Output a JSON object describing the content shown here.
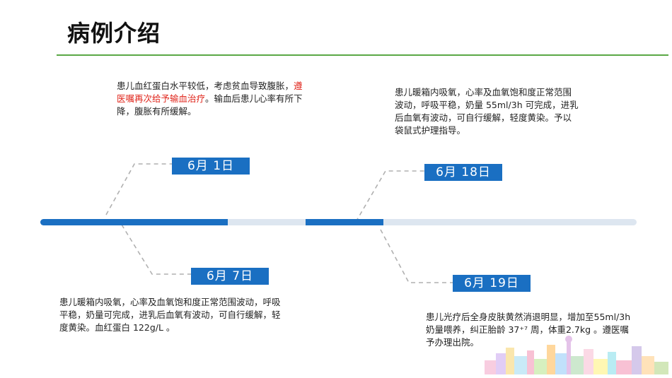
{
  "title": "病例介绍",
  "events": [
    {
      "date": "6月 1日",
      "text_before": "患儿血红蛋白水平较低，考虑贫血导致腹胀，",
      "text_highlight": "遵医嘱再次给予输血治疗",
      "text_after": "。输血后患儿心率有所下降，腹胀有所缓解。"
    },
    {
      "date": "6月 7日",
      "text": "患儿暖箱内吸氧，心率及血氧饱和度正常范围波动，呼吸平稳，奶量可完成，进乳后血氧有波动，可自行缓解，轻度黄染。血红蛋白 122g/L 。"
    },
    {
      "date": "6月 18日",
      "text": "患儿暖箱内吸氧，心率及血氧饱和度正常范围波动，呼吸平稳，奶量 55ml/3h 可完成，进乳后血氧有波动，可自行缓解，轻度黄染。予以袋鼠式护理指导。"
    },
    {
      "date": "6月 19日",
      "text": "患儿光疗后全身皮肤黄然消退明显，增加至55ml/3h 奶量喂养，纠正胎龄 37⁺⁷ 周，体重2.7kg 。遵医嘱予办理出院。"
    }
  ],
  "colors": {
    "accent": "#1a6fc2",
    "track": "#dde6f0",
    "title_rule": "#5aa845",
    "highlight": "#e0261c"
  }
}
